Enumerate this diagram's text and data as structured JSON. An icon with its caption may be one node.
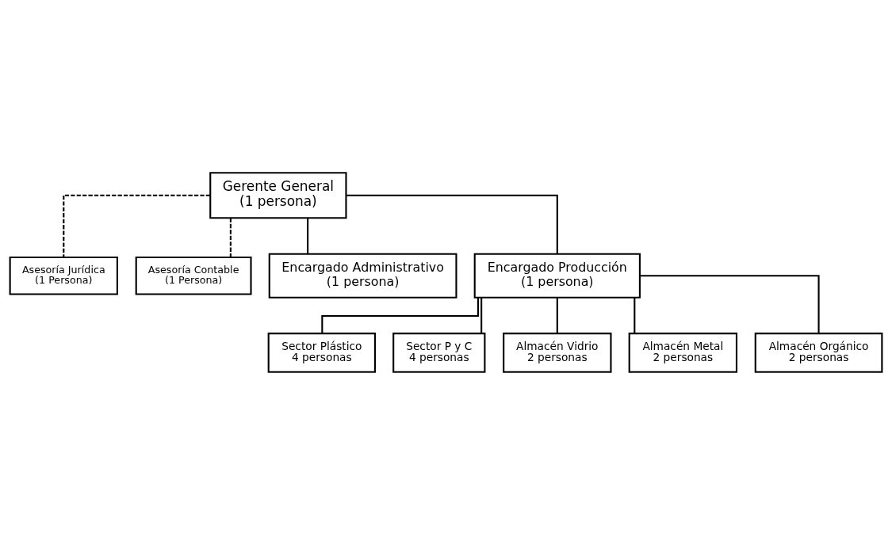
{
  "diagram": {
    "nodes": [
      {
        "text": [
          "Gerente General",
          "(1 persona)"
        ]
      },
      {
        "text": [
          "Asesoría Jurídica",
          "(1 Persona)"
        ]
      },
      {
        "text": [
          "Asesoría Contable",
          "(1 Persona)"
        ]
      },
      {
        "text": [
          "Encargado Administrativo",
          "(1 persona)"
        ]
      },
      {
        "text": [
          "Encargado Producción",
          "(1 persona)"
        ]
      },
      {
        "text": [
          "Sector Plástico",
          "4 personas"
        ]
      },
      {
        "text": [
          "Sector P y C",
          "4 personas"
        ]
      },
      {
        "text": [
          "Almacén Vidrio",
          "2 personas"
        ]
      },
      {
        "text": [
          "Almacén Metal",
          "2 personas"
        ]
      },
      {
        "text": [
          "Almacén Orgánico",
          "2 personas"
        ]
      }
    ],
    "edges": [
      {
        "from": 0,
        "to": 1,
        "arrow": "none",
        "style": "dashed"
      },
      {
        "from": 0,
        "to": 2,
        "arrow": "none",
        "style": "dashed"
      },
      {
        "from": 0,
        "to": 3,
        "arrow": "none"
      },
      {
        "from": 0,
        "to": 4,
        "arrow": "none"
      },
      {
        "from": 4,
        "to": 5,
        "arrow": "none"
      },
      {
        "from": 4,
        "to": 6,
        "arrow": "none"
      },
      {
        "from": 4,
        "to": 7,
        "arrow": "none"
      },
      {
        "from": 4,
        "to": 8,
        "arrow": "none"
      },
      {
        "from": 4,
        "to": 9,
        "arrow": "none"
      }
    ]
  }
}
